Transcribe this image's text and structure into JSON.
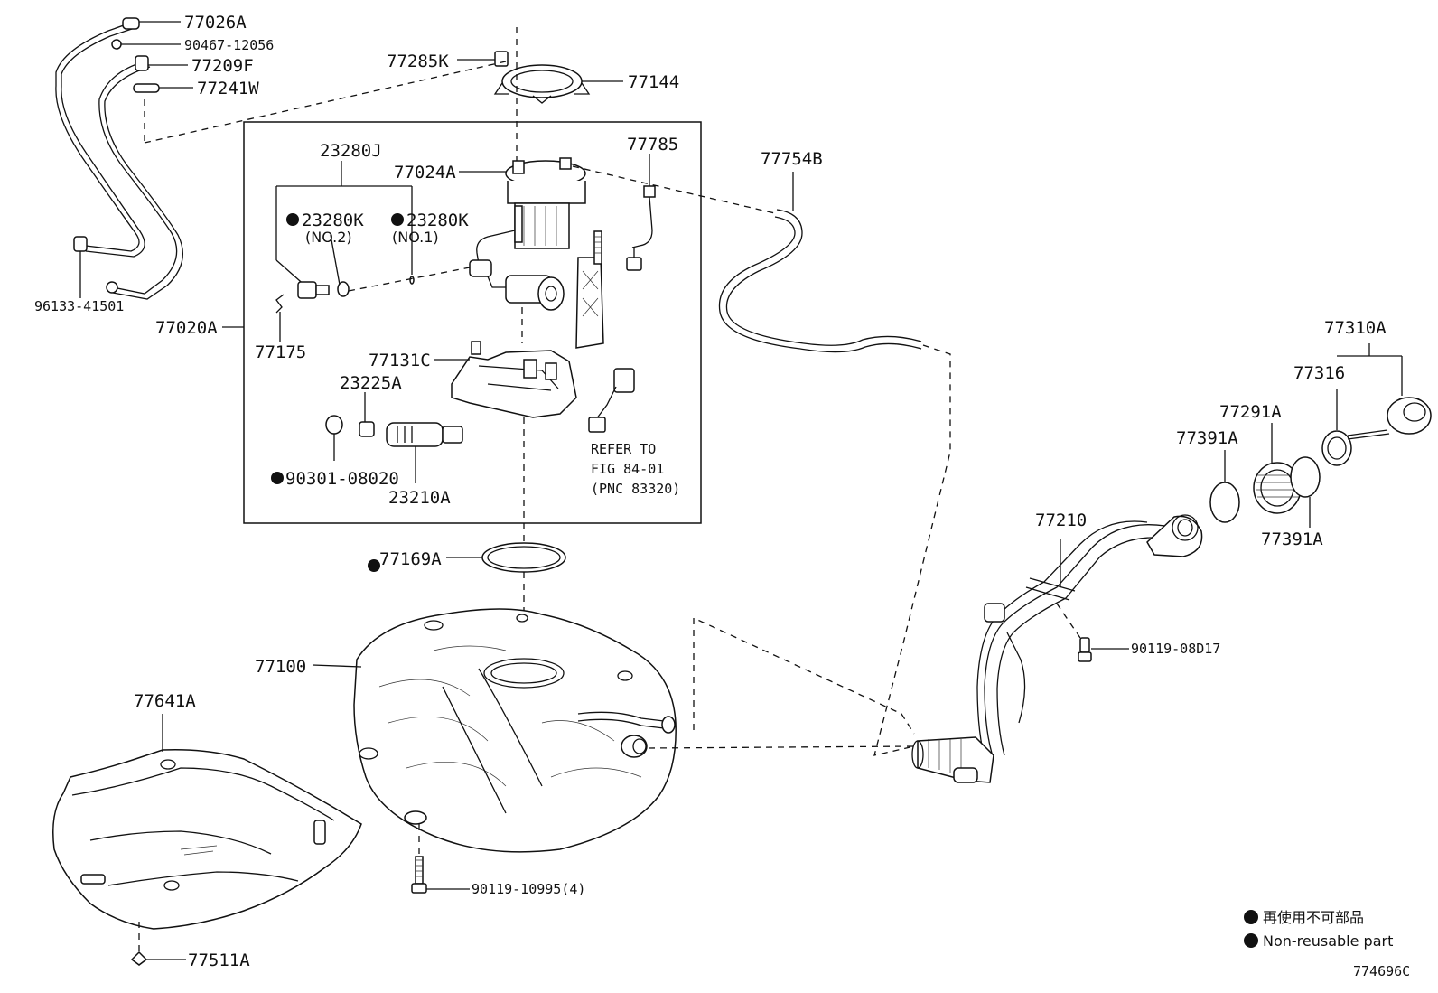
{
  "parts": {
    "p77026A": "77026A",
    "p90467": "90467-12056",
    "p77209F": "77209F",
    "p77241W": "77241W",
    "p96133": "96133-41501",
    "p77285K": "77285K",
    "p77144": "77144",
    "p23280J": "23280J",
    "p77024A": "77024A",
    "p77785": "77785",
    "p23280K_a": "23280K",
    "p23280K_b": "23280K",
    "no2": "(NO.2)",
    "no1": "(NO.1)",
    "p77020A": "77020A",
    "p77175": "77175",
    "p77131C": "77131C",
    "p23225A": "23225A",
    "p90301": "90301-08020",
    "p23210A": "23210A",
    "refer1": "REFER TO",
    "refer2": "FIG 84-01",
    "refer3": "(PNC 83320)",
    "p77754B": "77754B",
    "p77310A": "77310A",
    "p77316": "77316",
    "p77291A": "77291A",
    "p77391A_a": "77391A",
    "p77391A_b": "77391A",
    "p77210": "77210",
    "p77169A": "77169A",
    "p77100": "77100",
    "p90119_08D17": "90119-08D17",
    "p77641A": "77641A",
    "p90119_10995": "90119-10995(4)",
    "p77511A": "77511A"
  },
  "legend": {
    "jp": "再使用不可部品",
    "en": "Non-reusable part"
  },
  "figure_code": "774696C"
}
